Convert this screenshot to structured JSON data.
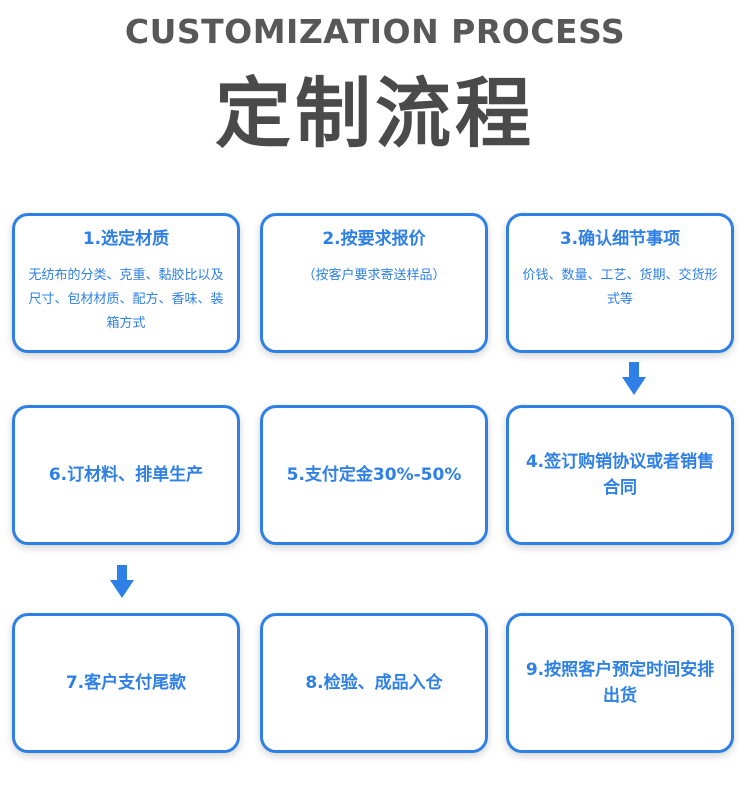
{
  "header": {
    "en_title": "CUSTOMIZATION PROCESS",
    "cn_title": "定制流程"
  },
  "steps": [
    {
      "title": "1.选定材质",
      "desc": "无纺布的分类、克重、黏胶比以及尺寸、包材材质、配方、香味、装箱方式"
    },
    {
      "title": "2.按要求报价",
      "desc": "（按客户要求寄送样品）"
    },
    {
      "title": "3.确认细节事项",
      "desc": "价钱、数量、工艺、货期、交货形式等"
    },
    {
      "title": "4.签订购销协议或者销售合同"
    },
    {
      "title": "5.支付定金30%-50%"
    },
    {
      "title": "6.订材料、排单生产"
    },
    {
      "title": "7.客户支付尾款"
    },
    {
      "title": "8.检验、成品入仓"
    },
    {
      "title": "9.按照客户预定时间安排出货"
    }
  ],
  "colors": {
    "accent": "#2f80e6",
    "title_text": "#4a4a4a"
  }
}
